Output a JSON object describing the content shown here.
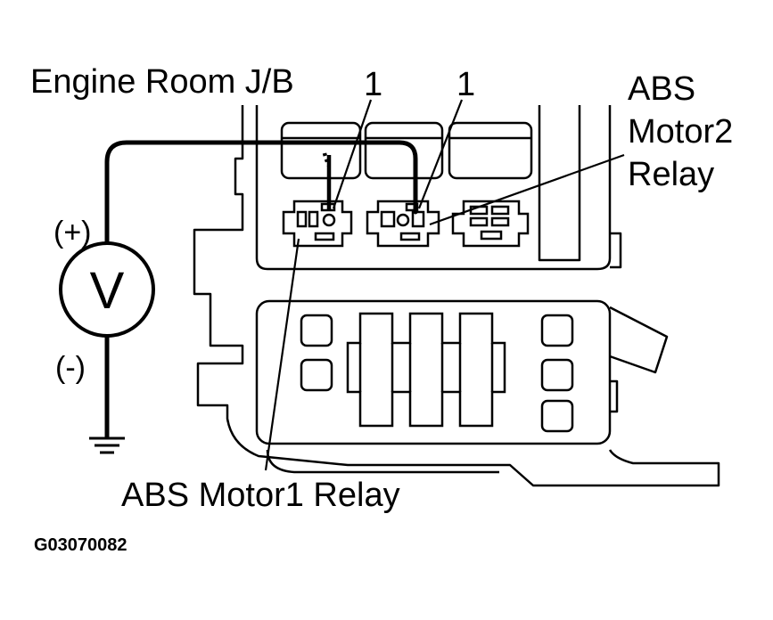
{
  "labels": {
    "junction_block": "Engine Room J/B",
    "terminal_left": "1",
    "terminal_right": "1",
    "plus_sign": "(+)",
    "minus_sign": "(-)",
    "voltmeter_symbol": "V",
    "motor2_line1": "ABS",
    "motor2_line2": "Motor2",
    "motor2_line3": "Relay",
    "motor1_relay": "ABS Motor1 Relay",
    "figure_code": "G03070082"
  },
  "colors": {
    "ink": "#000000",
    "paper": "#ffffff"
  }
}
